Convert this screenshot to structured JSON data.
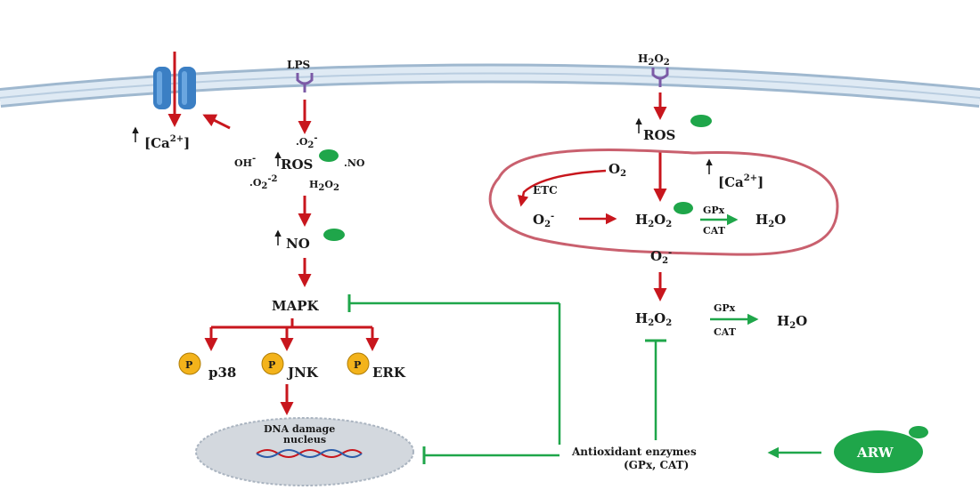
{
  "membrane": {
    "ca_label": "Ca",
    "ca_sup": "2+"
  },
  "left": {
    "lps": "LPS",
    "ros": "ROS",
    "o2_radical": ".O",
    "o2_radical_sup": "-",
    "oh": "OH",
    "no_radical": ".NO",
    "o2_2": ".O",
    "o2_2_sub": "2",
    "o2_2_sup": "-2",
    "h2o2": "H",
    "no": "NO",
    "mapk": "MAPK",
    "kinases": [
      {
        "label": "p38",
        "phospho": "P"
      },
      {
        "label": "JNK",
        "phospho": "P"
      },
      {
        "label": "ERK",
        "phospho": "P"
      }
    ],
    "nucleus_line1": "DNA damage",
    "nucleus_line2": "nucleus"
  },
  "right": {
    "h2o2_top": "H",
    "ros": "ROS",
    "ca_label": "Ca",
    "ca_sup": "2+",
    "o2": "O",
    "etc": "ETC",
    "o2_minus": "O",
    "h2o2_mito": "H",
    "enzyme_top": "GPx",
    "enzyme_bottom": "CAT",
    "h2o_mito": "H",
    "o2_minus_out": "O",
    "h2o2_cyto": "H",
    "enzyme_top2": "GPx",
    "enzyme_bottom2": "CAT",
    "h2o_cyto": "H"
  },
  "antioxidant": {
    "line1": "Antioxidant enzymes",
    "line2": "(GPx, CAT)"
  },
  "arw": "ARW",
  "colors": {
    "red_arrow": "#c8161d",
    "green": "#1fa64a",
    "membrane": "#c9dcec",
    "mito": "#c9606e",
    "phospho": "#f3b31b",
    "nucleus": "#d3d8de"
  }
}
